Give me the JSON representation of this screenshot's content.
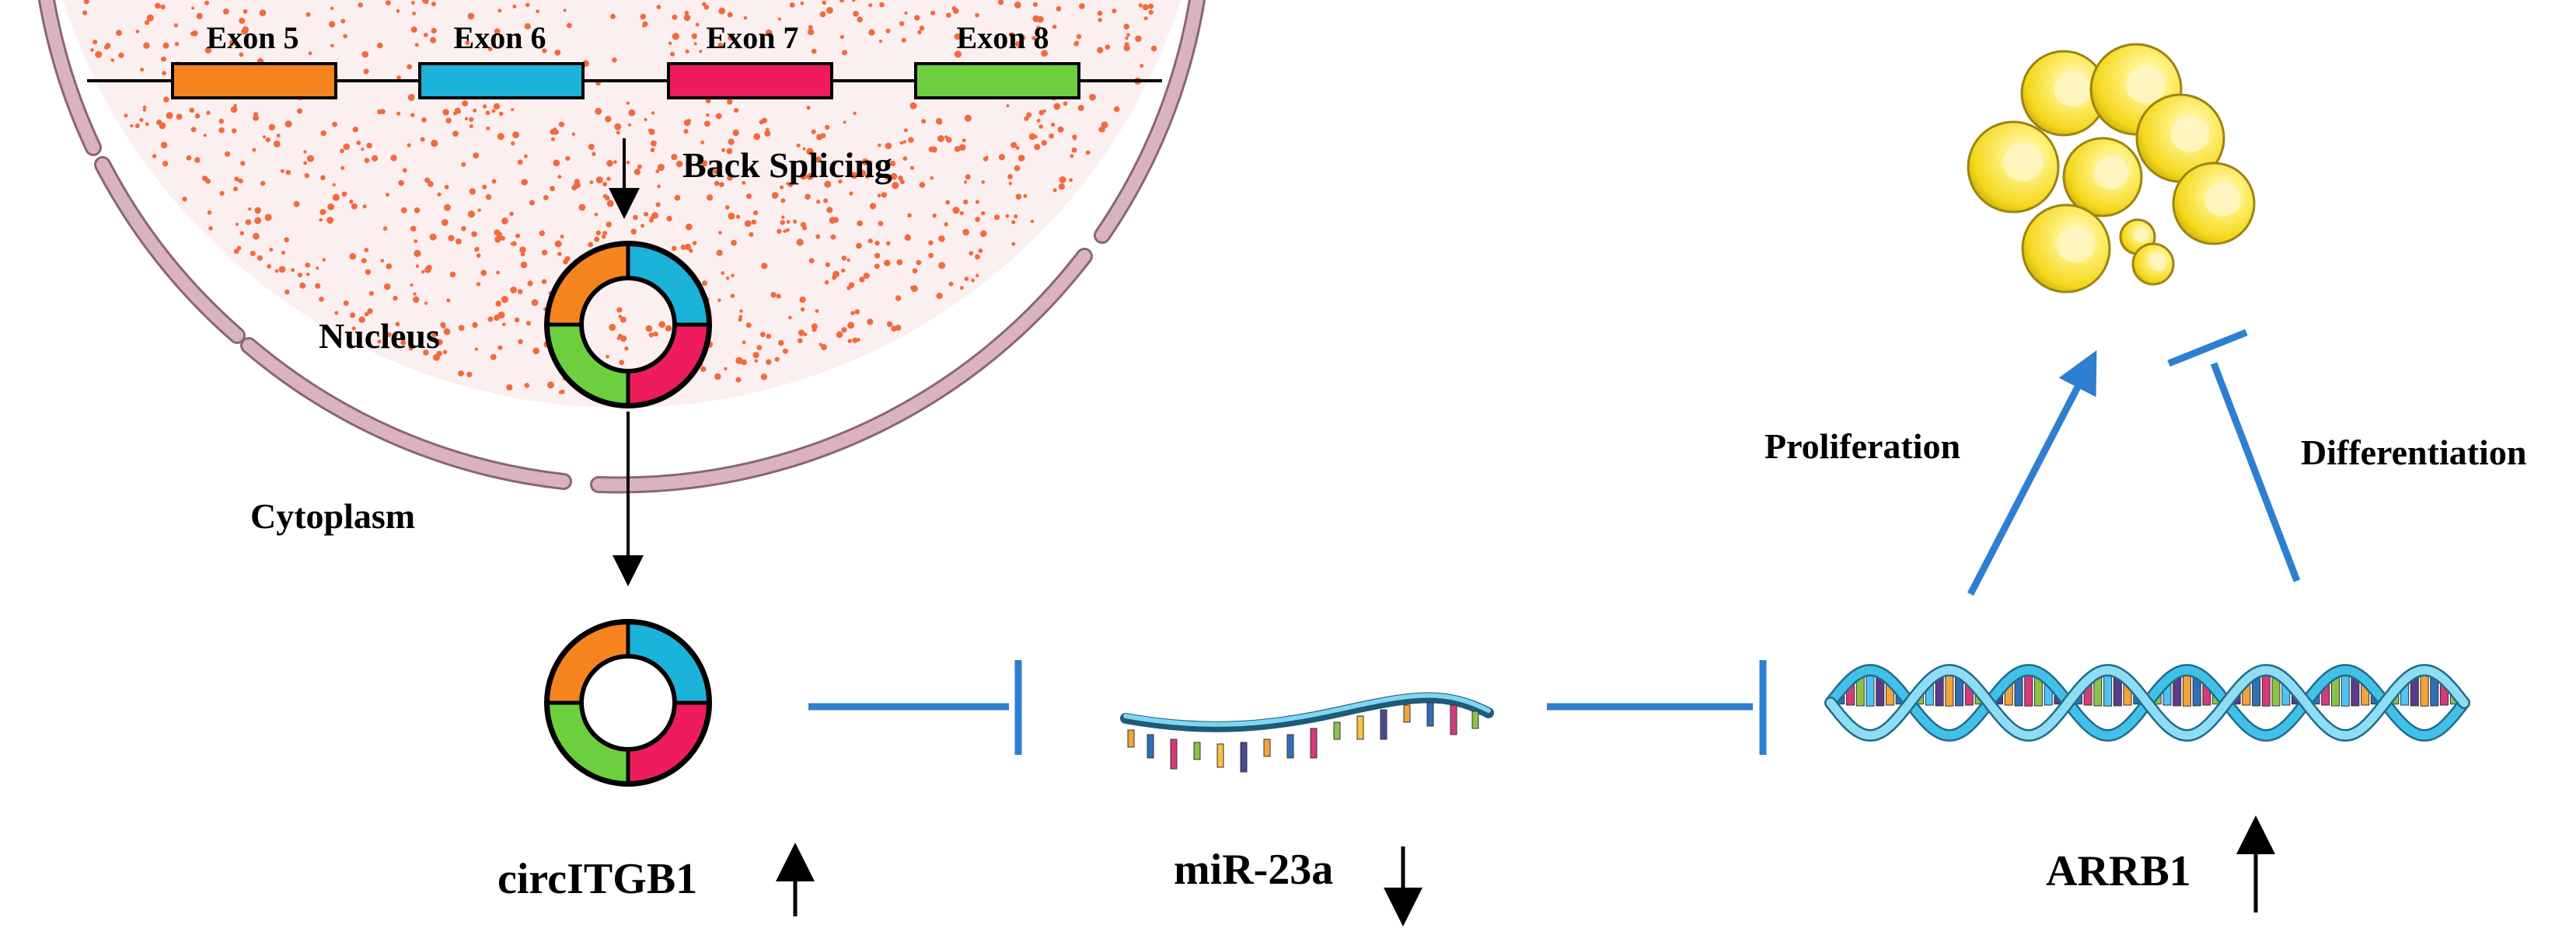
{
  "nucleus": {
    "label": "Nucleus",
    "exons": [
      {
        "label": "Exon 5",
        "color": "#f5841f"
      },
      {
        "label": "Exon 6",
        "color": "#1bb3d9"
      },
      {
        "label": "Exon 7",
        "color": "#ee1c5c"
      },
      {
        "label": "Exon 8",
        "color": "#6cd03e"
      }
    ],
    "back_splicing_label": "Back Splicing",
    "fill_color": "#fbeff0",
    "dot_color": "#f36a3b",
    "membrane_color": "#d9b3be"
  },
  "cytoplasm": {
    "label": "Cytoplasm"
  },
  "molecules": {
    "circrna": {
      "label": "circITGB1",
      "trend": "up"
    },
    "mirna": {
      "label": "miR-23a",
      "trend": "down"
    },
    "gene": {
      "label": "ARRB1",
      "trend": "up"
    }
  },
  "outcomes": {
    "proliferation_label": "Proliferation",
    "differentiation_label": "Differentiation"
  },
  "colors": {
    "inhibition_line": "#2f7fd0",
    "helix": "#42c1e8",
    "fat_cell": "#f7e11c"
  }
}
